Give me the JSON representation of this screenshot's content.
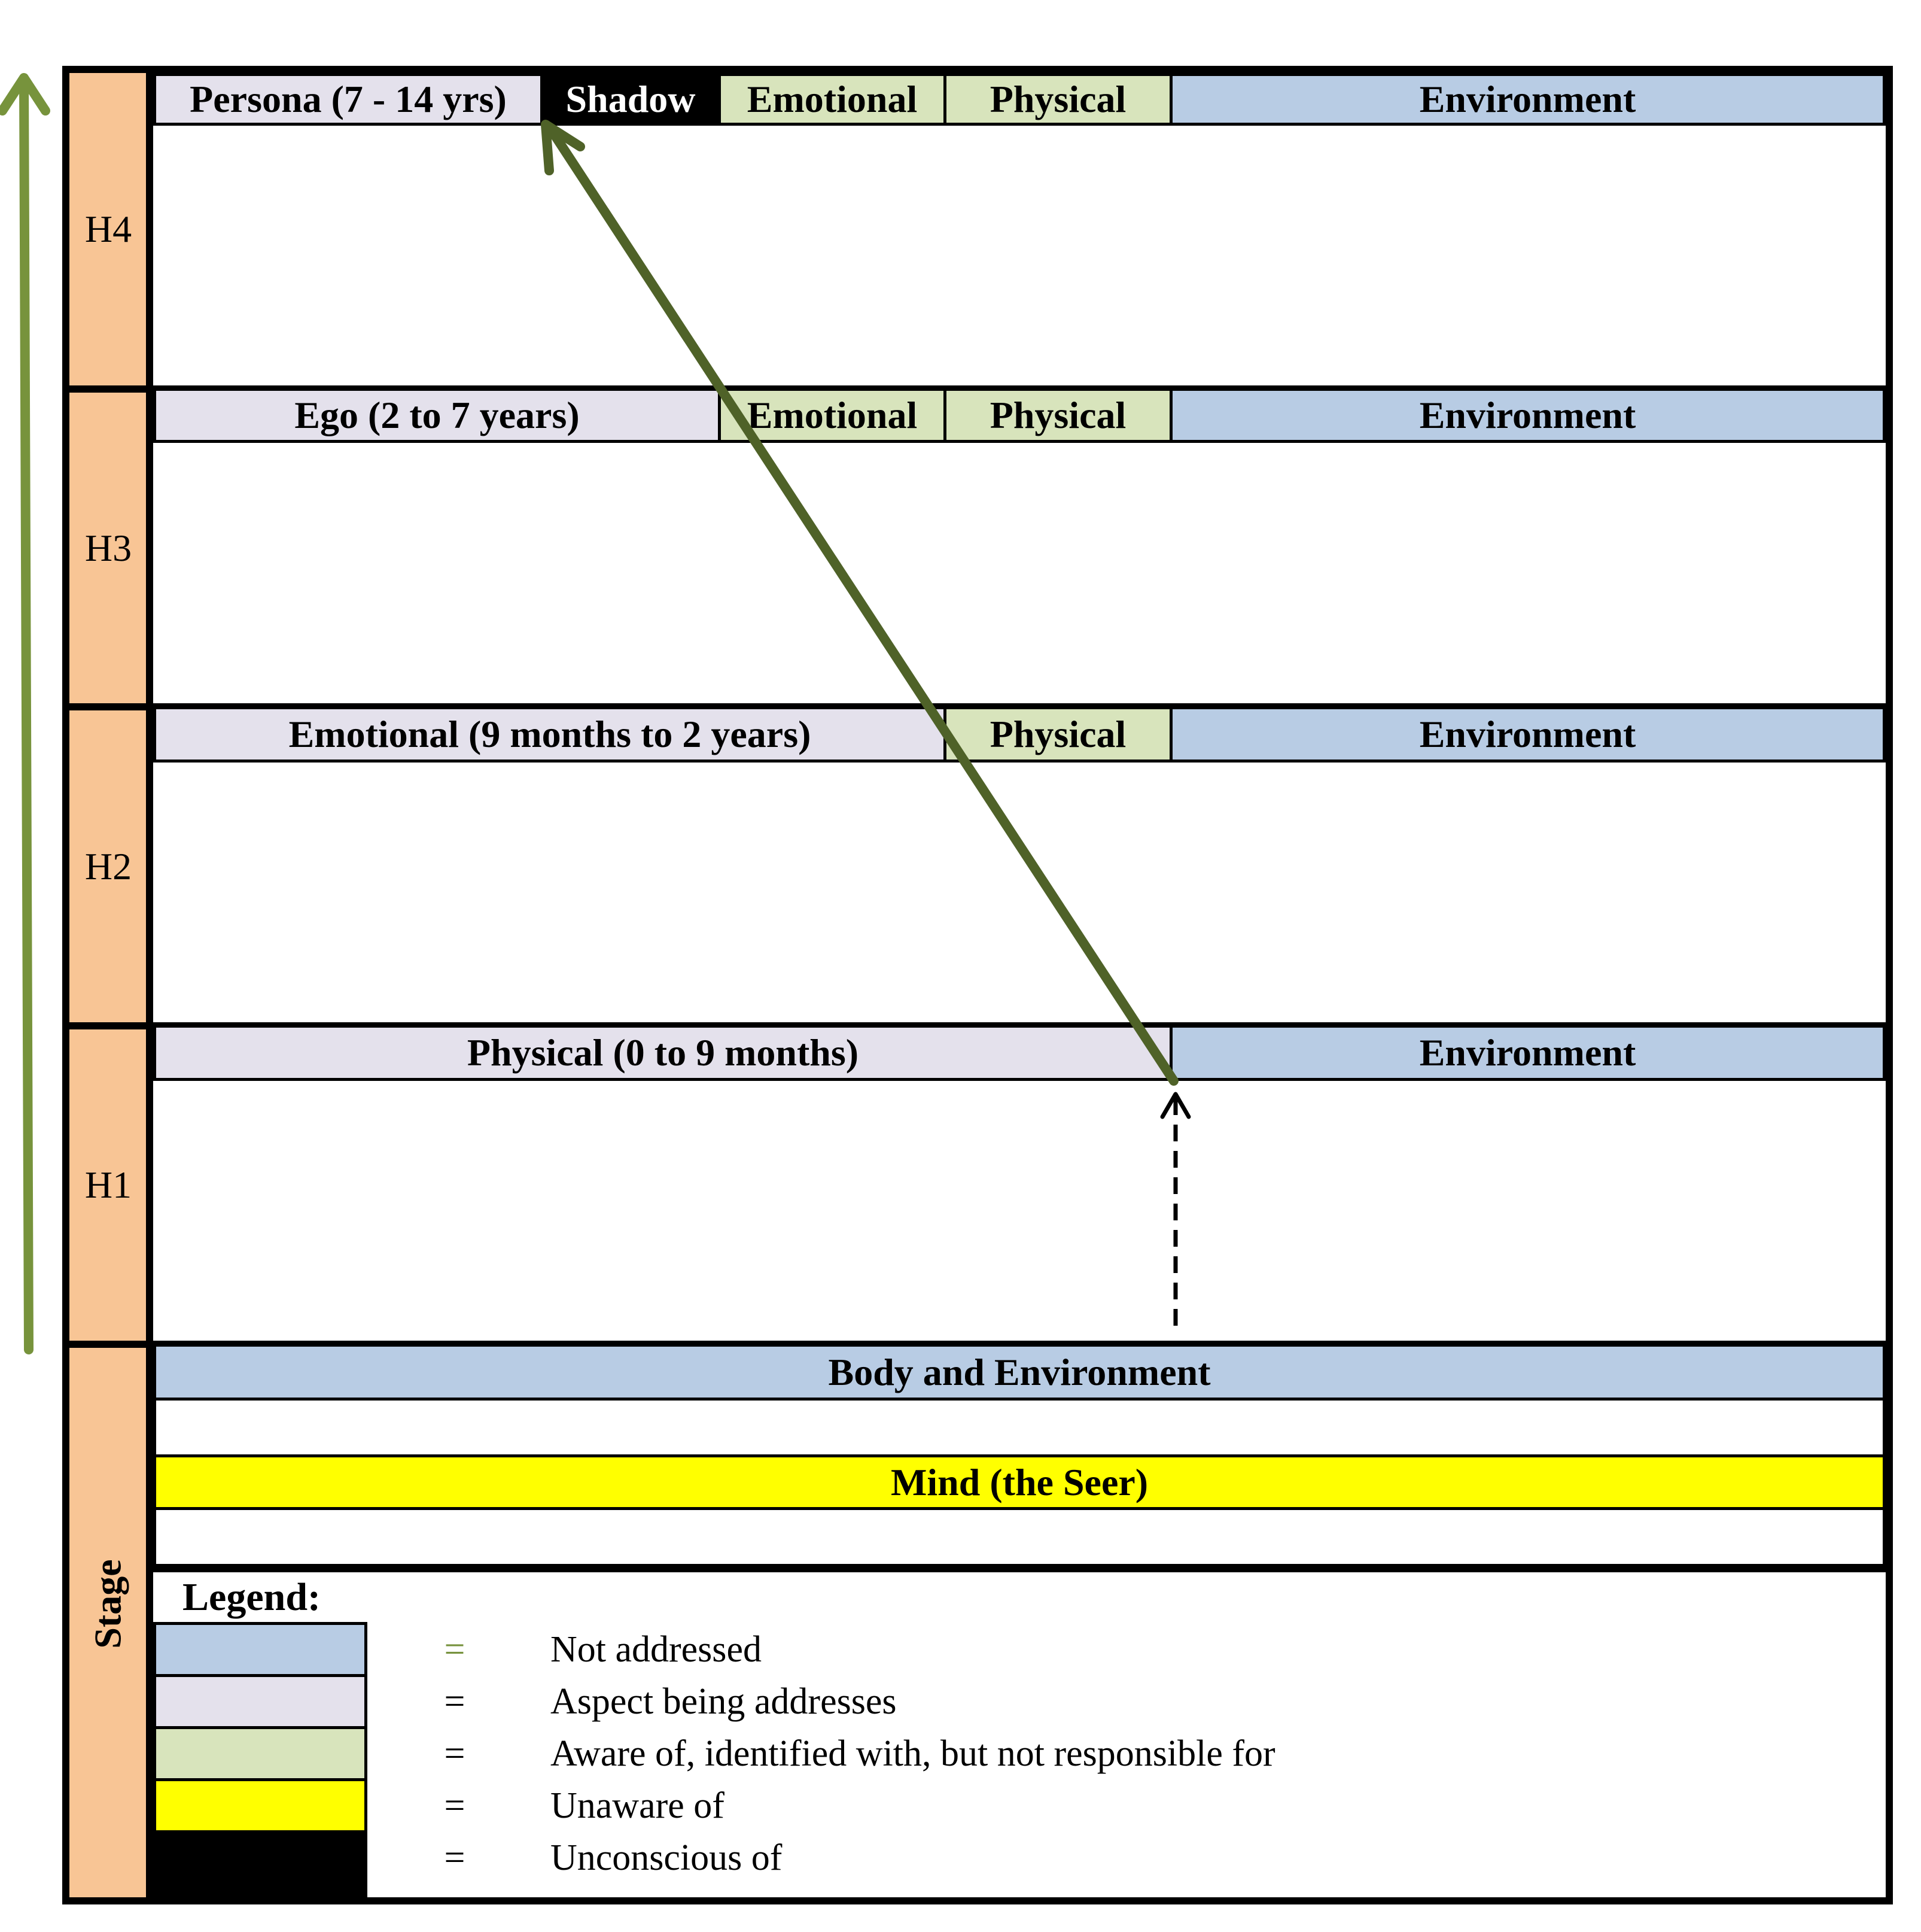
{
  "rows": [
    {
      "id": "H4",
      "label": "H4",
      "segments": [
        {
          "text": "Persona (7 - 14 yrs)",
          "kind": "aspect"
        },
        {
          "text": "Shadow",
          "kind": "unconscious"
        },
        {
          "text": "Emotional",
          "kind": "aware"
        },
        {
          "text": "Physical",
          "kind": "aware"
        },
        {
          "text": "Environment",
          "kind": "not_addressed"
        }
      ]
    },
    {
      "id": "H3",
      "label": "H3",
      "segments": [
        {
          "text": "Ego (2 to 7 years)",
          "kind": "aspect"
        },
        {
          "text": "Emotional",
          "kind": "aware"
        },
        {
          "text": "Physical",
          "kind": "aware"
        },
        {
          "text": "Environment",
          "kind": "not_addressed"
        }
      ]
    },
    {
      "id": "H2",
      "label": "H2",
      "segments": [
        {
          "text": "Emotional (9 months to 2 years)",
          "kind": "aspect"
        },
        {
          "text": "Physical",
          "kind": "aware"
        },
        {
          "text": "Environment",
          "kind": "not_addressed"
        }
      ]
    },
    {
      "id": "H1",
      "label": "H1",
      "segments": [
        {
          "text": "Physical (0 to 9 months)",
          "kind": "aspect"
        },
        {
          "text": "Environment",
          "kind": "not_addressed"
        }
      ]
    }
  ],
  "base": {
    "body_env": "Body and Environment",
    "mind": "Mind (the Seer)"
  },
  "stage_label": "Stage",
  "legend": {
    "title": "Legend:",
    "items": [
      {
        "eq": "=",
        "text": "Not addressed",
        "color": "#b8cce4",
        "eq_color": "#76923c"
      },
      {
        "eq": "=",
        "text": "Aspect being addresses",
        "color": "#e4e1ec",
        "eq_color": "#000000"
      },
      {
        "eq": "=",
        "text": "Aware of, identified with, but not responsible for",
        "color": "#d8e4bc",
        "eq_color": "#000000"
      },
      {
        "eq": "=",
        "text": "Unaware of",
        "color": "#ffff00",
        "eq_color": "#000000"
      },
      {
        "eq": "=",
        "text": "Unconscious of",
        "color": "#000000",
        "eq_color": "#000000"
      }
    ]
  },
  "colors": {
    "stage": "#f8c595",
    "not_addressed": "#b8cce4",
    "aspect": "#e4e1ec",
    "aware": "#d8e4bc",
    "unaware": "#ffff00",
    "unconscious": "#000000",
    "arrow_green_light": "#77933c",
    "arrow_green_dark": "#4f6228"
  }
}
